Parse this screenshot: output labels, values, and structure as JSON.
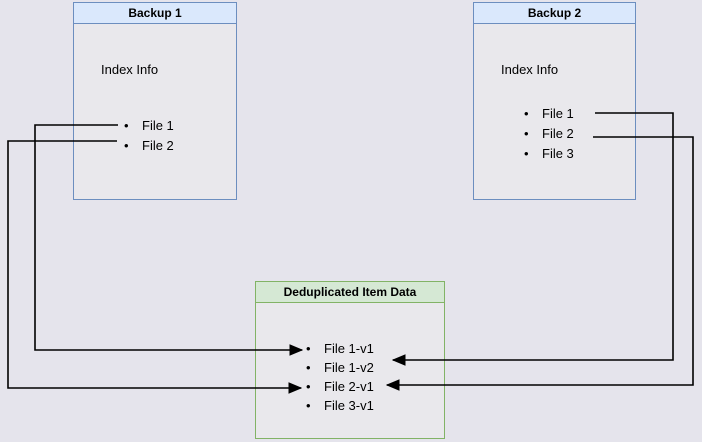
{
  "colors": {
    "background": "#e5e4ec",
    "box_body_fill": "#e9e8ec",
    "backup_border": "#6c8ebf",
    "backup_header_fill": "#dae8fc",
    "dedup_border": "#82b366",
    "dedup_header_fill": "#d5e8d4",
    "connector": "#000000"
  },
  "icons": {
    "bullet": "•"
  },
  "boxes": {
    "backup1": {
      "title": "Backup 1",
      "subtitle": "Index Info",
      "items": [
        "File 1",
        "File 2"
      ]
    },
    "backup2": {
      "title": "Backup 2",
      "subtitle": "Index Info",
      "items": [
        "File 1",
        "File 2",
        "File 3"
      ]
    },
    "dedup": {
      "title": "Deduplicated Item Data",
      "items": [
        "File 1-v1",
        "File 1-v2",
        "File 2-v1",
        "File 3-v1"
      ]
    }
  },
  "connections": [
    {
      "from": "Backup 1 / File 1",
      "to": "File 1-v1"
    },
    {
      "from": "Backup 1 / File 2",
      "to": "File 2-v1"
    },
    {
      "from": "Backup 2 / File 1",
      "to": "File 1-v2"
    },
    {
      "from": "Backup 2 / File 2",
      "to": "File 2-v1"
    }
  ]
}
